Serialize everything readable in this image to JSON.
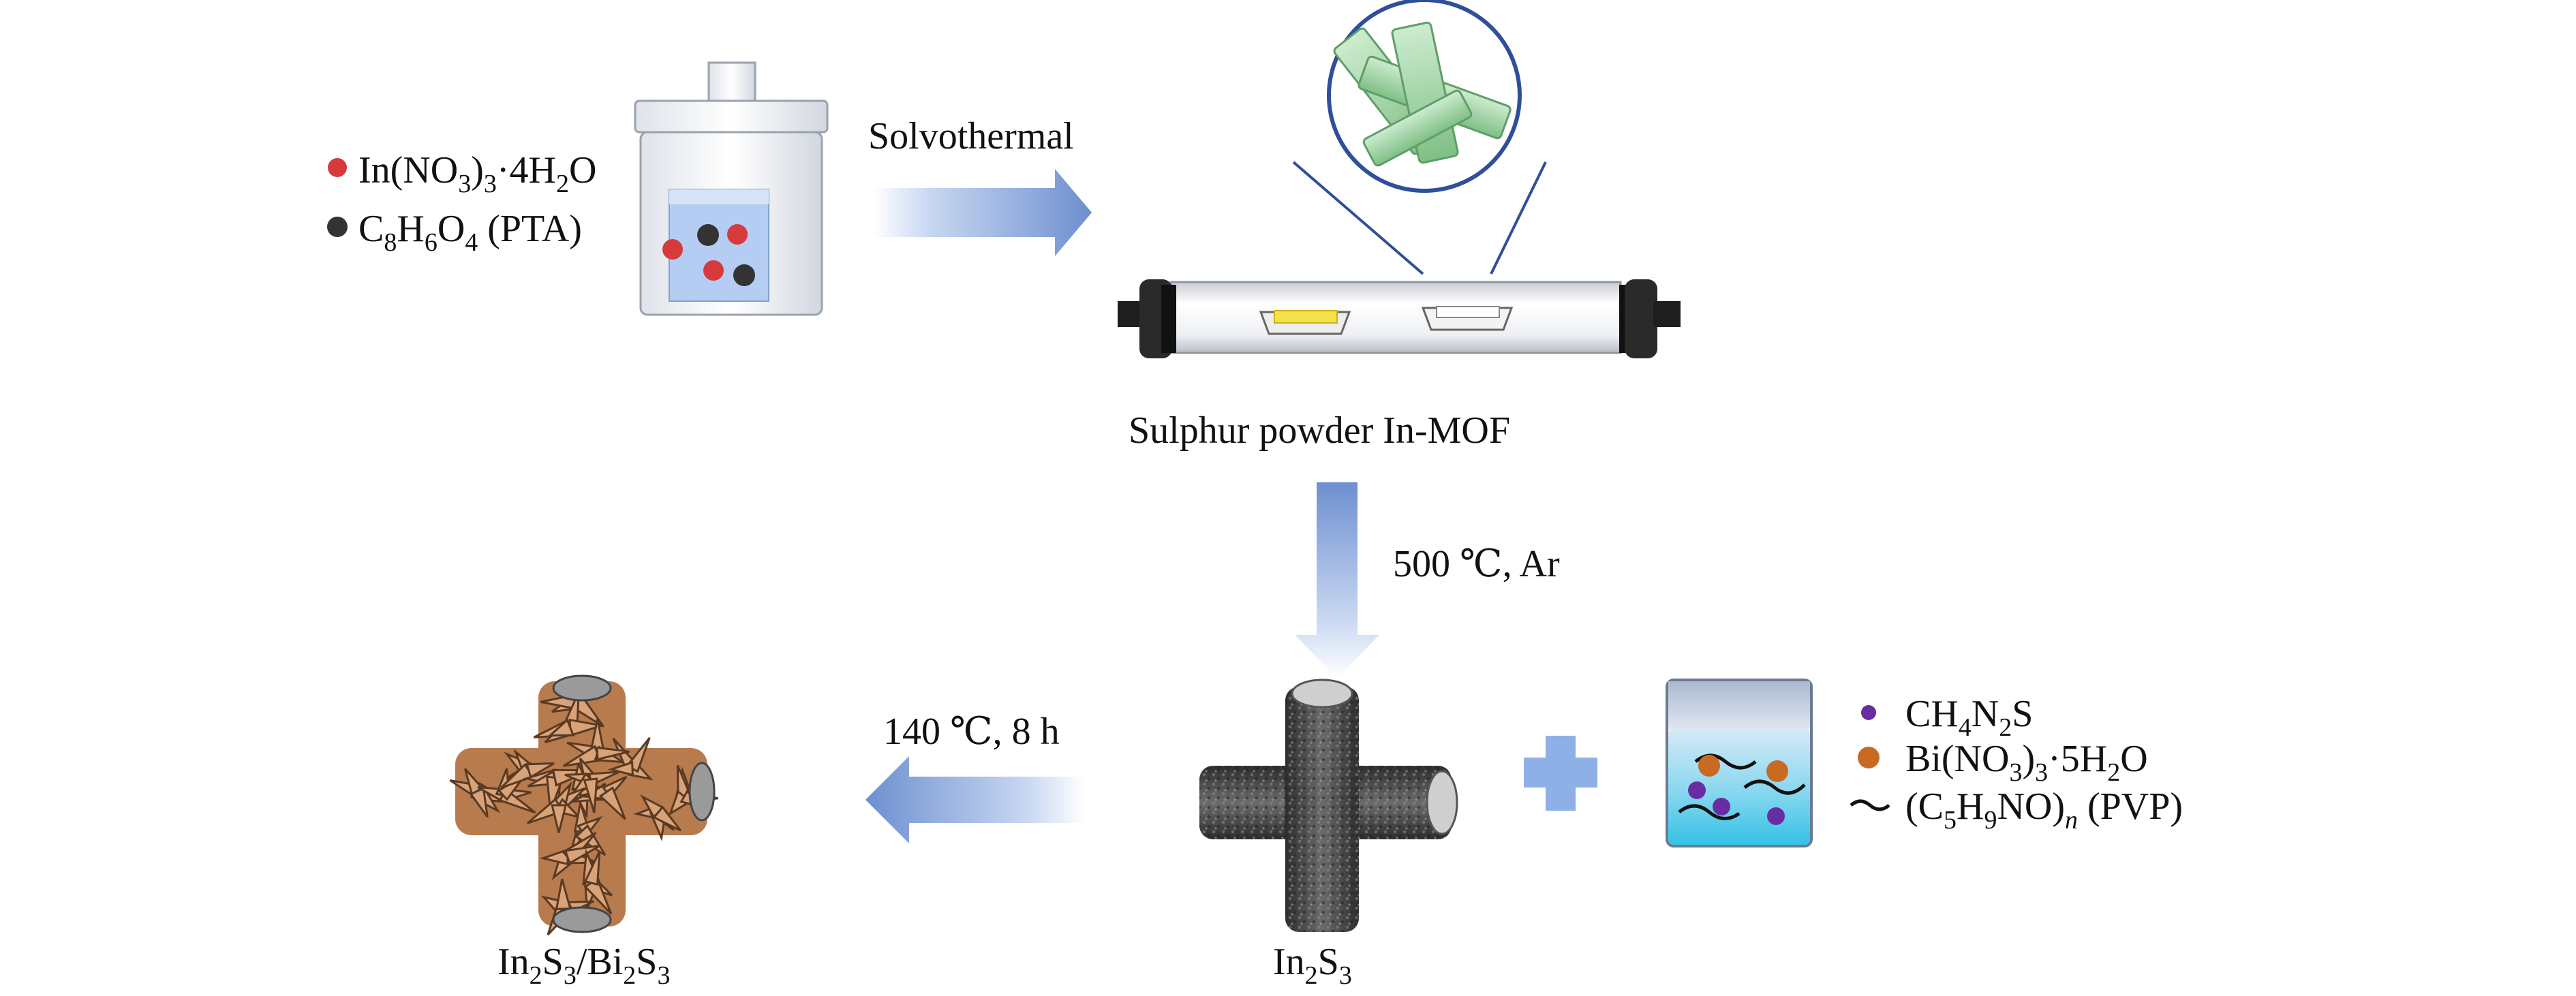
{
  "steps": {
    "solvothermal": "Solvothermal",
    "calcination": "500 ℃, Ar",
    "hydrothermal": "140 ℃, 8 h"
  },
  "reactants": {
    "indium_nitrate": "In(NO₃)₃·4H₂O",
    "pta": "C₈H₆O₄ (PTA)"
  },
  "tube_label": "Sulphur powder In-MOF",
  "beaker_reagents": {
    "thiourea": "CH₄N₂S",
    "bismuth_nitrate": "Bi(NO₃)₃·5H₂O",
    "pvp": "(C₅H₉NO)ₙ (PVP)"
  },
  "products": {
    "in2s3": "In₂S₃",
    "composite": "In₂S₃/Bi₂S₃"
  },
  "colors": {
    "arrow_dark": "#6d8fd0",
    "arrow_light": "#ffffff",
    "red_dot": "#d63a3a",
    "black_dot": "#333333",
    "purple_dot": "#6a2ca3",
    "orange_dot": "#c86a22",
    "mof_green": "#9fd3a3",
    "zoom_blue": "#2f4f9a",
    "plus_blue": "#8fb0e6",
    "in2s3_gray": "#4a4a4a",
    "composite_copper": "#c88a5a"
  }
}
